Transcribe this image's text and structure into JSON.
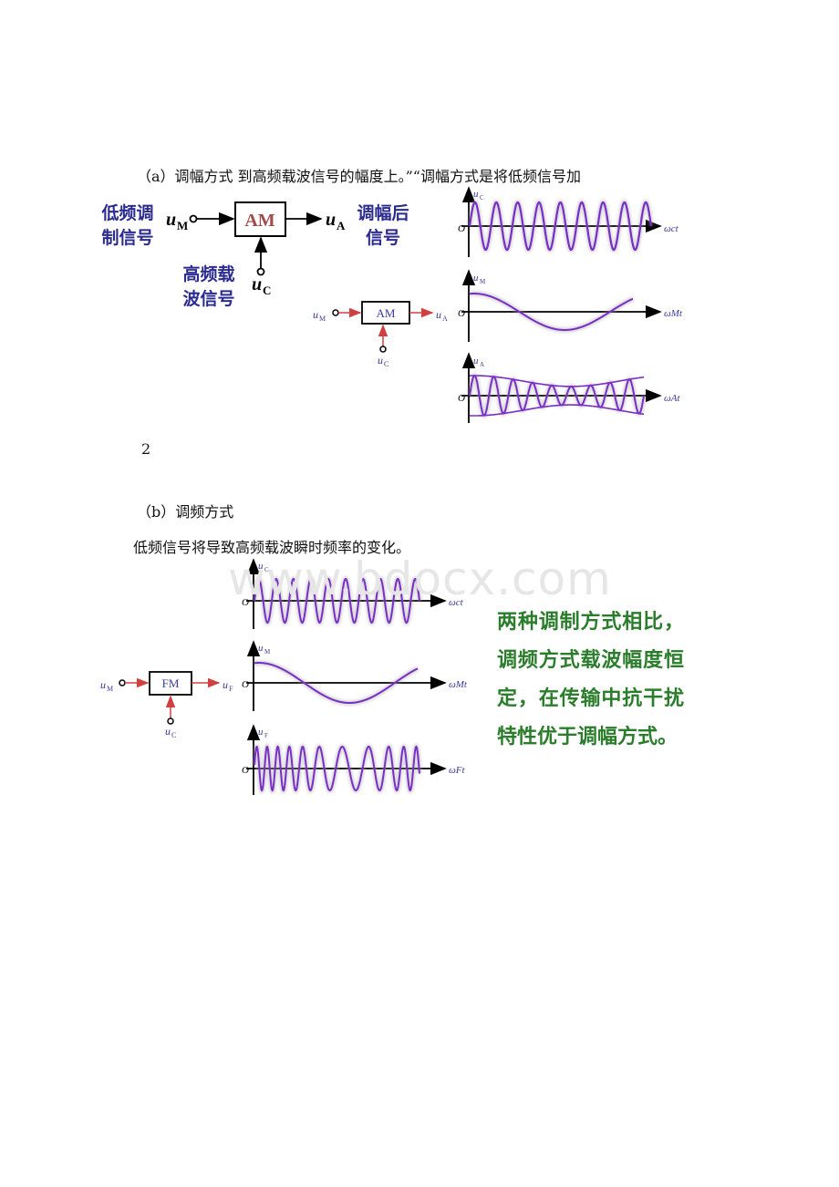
{
  "section_a": {
    "caption": "（a）调幅方式 到高频载波信号的幅度上。”“调幅方式是将低频信号加",
    "block": {
      "input_label": "低频调制信号",
      "input_symbol": "u",
      "input_sub": "M",
      "box_label": "AM",
      "output_symbol": "u",
      "output_sub": "A",
      "output_label": "调幅后信号",
      "carrier_label": "高频载波信号",
      "carrier_symbol": "u",
      "carrier_sub": "C"
    },
    "small_diagram": {
      "input": "u",
      "input_sub": "M",
      "box": "AM",
      "output": "u",
      "output_sub": "A",
      "carrier": "u",
      "carrier_sub": "C"
    },
    "waveforms": [
      {
        "y_label": "u",
        "y_sub": "C",
        "origin": "O",
        "x_label": "ωct"
      },
      {
        "y_label": "u",
        "y_sub": "M",
        "origin": "O",
        "x_label": "ωMt"
      },
      {
        "y_label": "u",
        "y_sub": "A",
        "origin": "O",
        "x_label": "ωAt"
      }
    ]
  },
  "page_number": "2",
  "section_b": {
    "caption": "（b）调频方式",
    "description": "低频信号将导致高频载波瞬时频率的变化。",
    "watermark": "www.bdocx.com",
    "small_diagram": {
      "input": "u",
      "input_sub": "M",
      "box": "FM",
      "output": "u",
      "output_sub": "F",
      "carrier": "u",
      "carrier_sub": "C"
    },
    "waveforms": [
      {
        "y_label": "u",
        "y_sub": "C",
        "origin": "O",
        "x_label": "ωct"
      },
      {
        "y_label": "u",
        "y_sub": "M",
        "origin": "O",
        "x_label": "ωMt"
      },
      {
        "y_label": "u",
        "y_sub": "F",
        "origin": "O",
        "x_label": "ωFt"
      }
    ],
    "note": "两种调制方式相比，调频方式载波幅度恒定，在传输中抗干扰特性优于调幅方式。"
  },
  "colors": {
    "wave": "#7a2ec8",
    "label_blue": "#2b2b8f",
    "note_green": "#2a7d2a",
    "box_text": "#a04a4a",
    "arrow_red": "#d04040"
  }
}
